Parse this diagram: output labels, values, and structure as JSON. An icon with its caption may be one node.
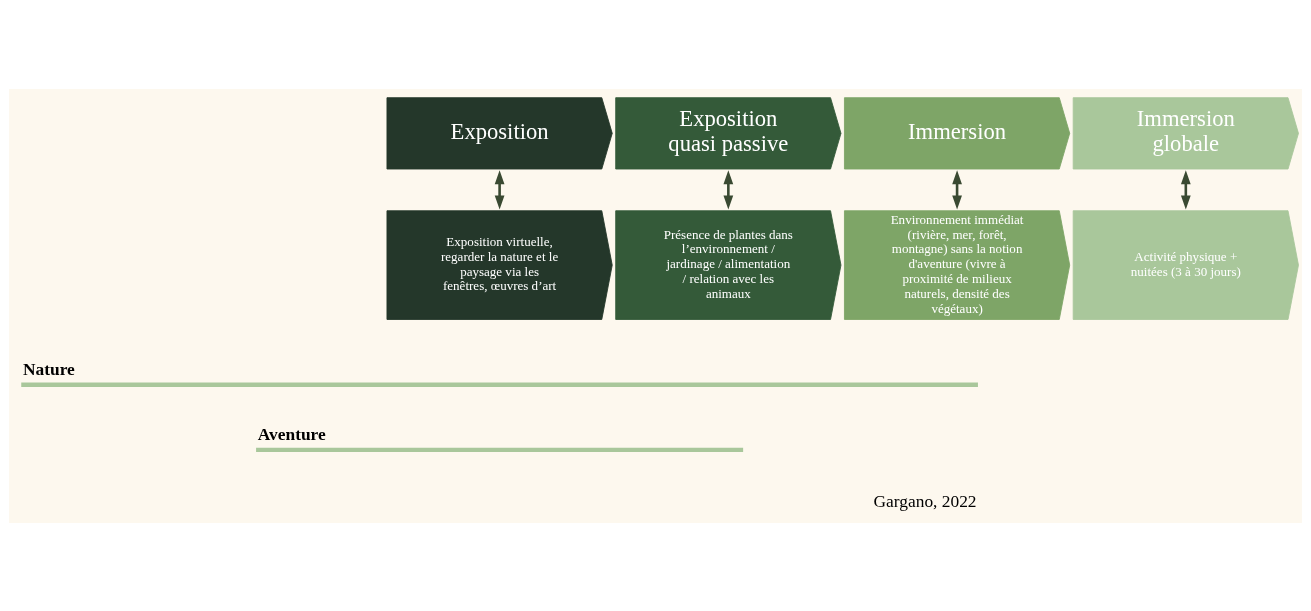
{
  "diagram": {
    "nodes": [
      {
        "text": [
          "Exposition"
        ]
      },
      {
        "text": [
          "Exposition quasi passive"
        ]
      },
      {
        "text": [
          "Immersion"
        ]
      },
      {
        "text": [
          "Immersion globale"
        ]
      },
      {
        "text": [
          "Exposition virtuelle, regarder la nature et le paysage via les fenêtres, œuvres d’art"
        ]
      },
      {
        "text": [
          "Présence de plantes dans l’environnement / jardinage / alimentation / relation avec les animaux"
        ]
      },
      {
        "text": [
          "Environnement immédiat (rivière, mer, forêt, montagne) sans la notion d'aventure (vivre à proximité de milieux naturels, densité des végétaux)"
        ]
      },
      {
        "text": [
          "Activité physique + nuitées (3 à 30 jours)"
        ]
      }
    ],
    "edges": [
      {
        "from": 0,
        "to": 4,
        "arrow": "both"
      },
      {
        "from": 1,
        "to": 5,
        "arrow": "both"
      },
      {
        "from": 2,
        "to": 6,
        "arrow": "both"
      },
      {
        "from": 3,
        "to": 7,
        "arrow": "both"
      }
    ],
    "labels": [
      "Nature",
      "Aventure",
      "Gargano, 2022"
    ]
  }
}
